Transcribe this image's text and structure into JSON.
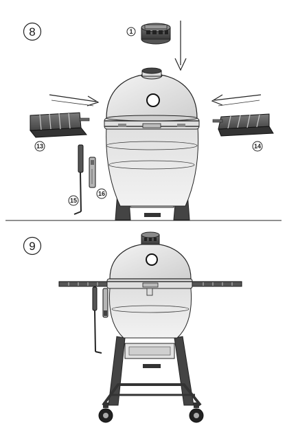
{
  "steps": [
    {
      "number": "8"
    },
    {
      "number": "9"
    }
  ],
  "callouts": {
    "top_vent": "1",
    "left_shelf": "13",
    "right_shelf": "14",
    "grill_tool": "15",
    "ash_tool": "16"
  }
}
